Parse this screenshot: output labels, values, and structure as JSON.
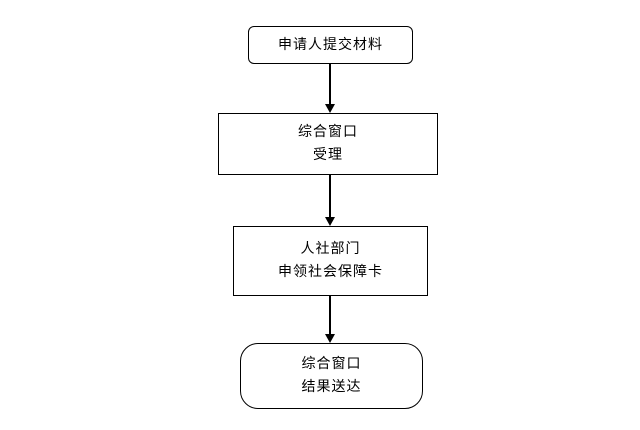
{
  "diagram": {
    "title": "service-process-flowchart",
    "colors": {
      "background": "#ffffff",
      "border": "#000000",
      "text": "#000000",
      "arrow": "#000000"
    },
    "nodes": [
      {
        "id": "submit-materials",
        "shape": "slightly-rounded",
        "lines": [
          "申请人提交材料"
        ]
      },
      {
        "id": "window-accept",
        "shape": "rect",
        "lines": [
          "综合窗口",
          "受理"
        ]
      },
      {
        "id": "apply-card",
        "shape": "rect",
        "lines": [
          "人社部门",
          "申领社会保障卡"
        ]
      },
      {
        "id": "result-delivery",
        "shape": "rounded",
        "lines": [
          "综合窗口",
          "结果送达"
        ]
      }
    ],
    "edges": [
      {
        "from": "submit-materials",
        "to": "window-accept"
      },
      {
        "from": "window-accept",
        "to": "apply-card"
      },
      {
        "from": "apply-card",
        "to": "result-delivery"
      }
    ]
  }
}
